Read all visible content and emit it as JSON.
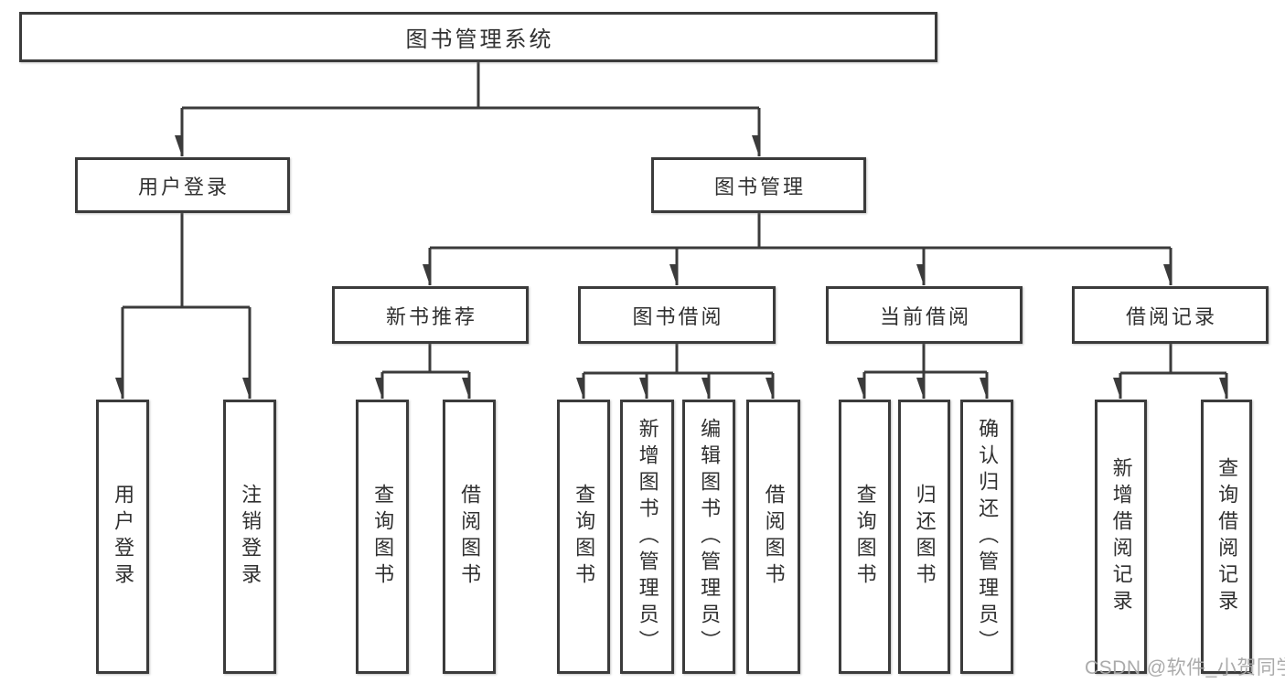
{
  "tree": {
    "label": "图书管理系统",
    "children": [
      {
        "label": "用户登录",
        "children": [
          {
            "label": "用户登录"
          },
          {
            "label": "注销登录"
          }
        ]
      },
      {
        "label": "图书管理",
        "children": [
          {
            "label": "新书推荐",
            "children": [
              {
                "label": "查询图书"
              },
              {
                "label": "借阅图书"
              }
            ]
          },
          {
            "label": "图书借阅",
            "children": [
              {
                "label": "查询图书"
              },
              {
                "label": "新增图书（管理员）"
              },
              {
                "label": "编辑图书（管理员）"
              },
              {
                "label": "借阅图书"
              }
            ]
          },
          {
            "label": "当前借阅",
            "children": [
              {
                "label": "查询图书"
              },
              {
                "label": "归还图书"
              },
              {
                "label": "确认归还（管理员）"
              }
            ]
          },
          {
            "label": "借阅记录",
            "children": [
              {
                "label": "新增借阅记录"
              },
              {
                "label": "查询借阅记录"
              }
            ]
          }
        ]
      }
    ]
  },
  "watermark": "CSDN @软件_小贺同学",
  "colors": {
    "line": "#3b3b3b",
    "box_border": "#3b3b3b",
    "text": "#303030",
    "watermark": "#a6a6a6",
    "background": "#ffffff"
  }
}
